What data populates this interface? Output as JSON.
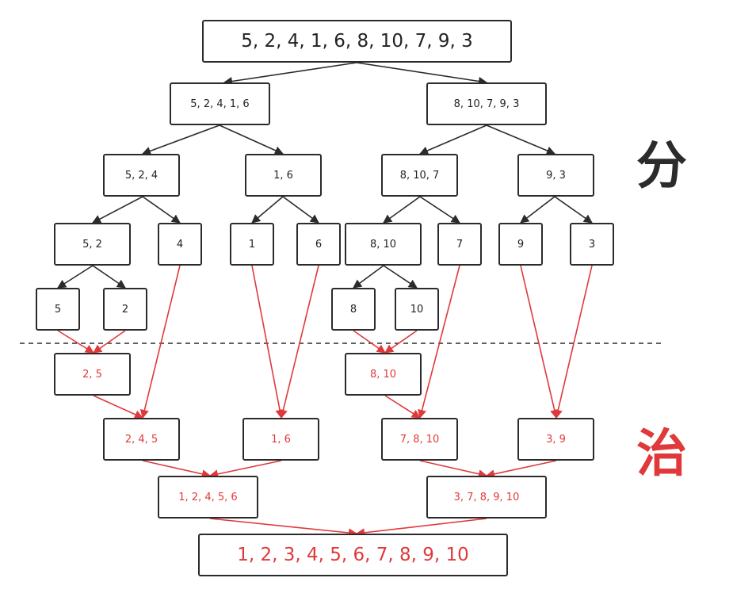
{
  "phases": {
    "divide": "分",
    "conquer": "治"
  },
  "colors": {
    "divide": "#2b2b2b",
    "conquer": "#e0393b",
    "border": "#2b2b2b",
    "divider": "#2b2b2b"
  },
  "divide_nodes": {
    "root": "5, 2, 4, 1, 6, 8, 10, 7, 9, 3",
    "l": "5, 2, 4, 1, 6",
    "r": "8, 10, 7, 9, 3",
    "ll": "5, 2, 4",
    "lr": "1, 6",
    "rl": "8, 10, 7",
    "rr": "9, 3",
    "lll": "5, 2",
    "llr": "4",
    "lrl": "1",
    "lrr": "6",
    "rll": "8, 10",
    "rlr": "7",
    "rrl": "9",
    "rrr": "3",
    "llll": "5",
    "lllr": "2",
    "rlll": "8",
    "rllr": "10"
  },
  "merge_nodes": {
    "m25": "2, 5",
    "m810": "8, 10",
    "m245": "2, 4, 5",
    "m16": "1, 6",
    "m7810": "7, 8, 10",
    "m39": "3, 9",
    "m12456": "1, 2, 4, 5, 6",
    "m378910": "3, 7, 8, 9, 10",
    "final": "1, 2, 3, 4, 5, 6, 7, 8, 9, 10"
  }
}
